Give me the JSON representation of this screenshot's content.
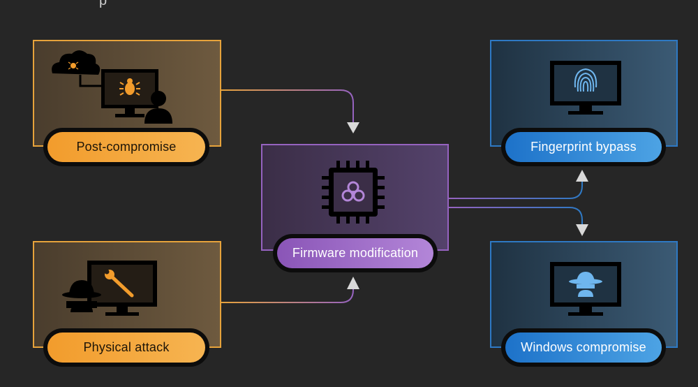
{
  "top_fragment": "p",
  "nodes": {
    "post_compromise": {
      "label": "Post-compromise",
      "icon": "infected-computer-icon"
    },
    "physical_attack": {
      "label": "Physical attack",
      "icon": "attacker-wrench-computer-icon"
    },
    "firmware_modification": {
      "label": "Firmware modification",
      "icon": "biohazard-chip-icon"
    },
    "fingerprint_bypass": {
      "label": "Fingerprint bypass",
      "icon": "fingerprint-monitor-icon"
    },
    "windows_compromise": {
      "label": "Windows compromise",
      "icon": "spy-monitor-icon"
    }
  },
  "edges": [
    {
      "from": "Post-compromise",
      "to": "Firmware modification"
    },
    {
      "from": "Physical attack",
      "to": "Firmware modification"
    },
    {
      "from": "Firmware modification",
      "to": "Fingerprint bypass"
    },
    {
      "from": "Firmware modification",
      "to": "Windows compromise"
    }
  ],
  "colors": {
    "background": "#262626",
    "orange": "#f29c2c",
    "purple": "#9663c0",
    "blue": "#2e79c4"
  }
}
